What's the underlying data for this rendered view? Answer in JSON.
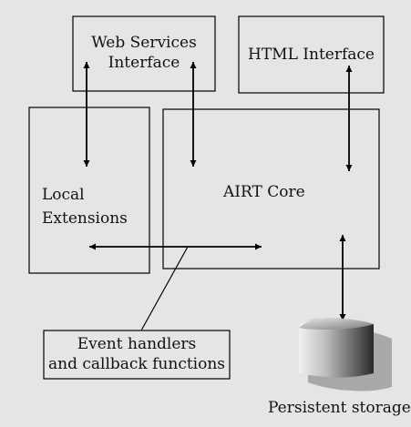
{
  "diagram": {
    "web_services": {
      "line1": "Web Services",
      "line2": "Interface"
    },
    "html_interface": "HTML Interface",
    "local_extensions": {
      "line1": "Local",
      "line2": "Extensions"
    },
    "airt_core": "AIRT Core",
    "event_handlers": {
      "line1": "Event handlers",
      "line2": "and callback functions"
    },
    "persistent_storage": "Persistent storage"
  }
}
